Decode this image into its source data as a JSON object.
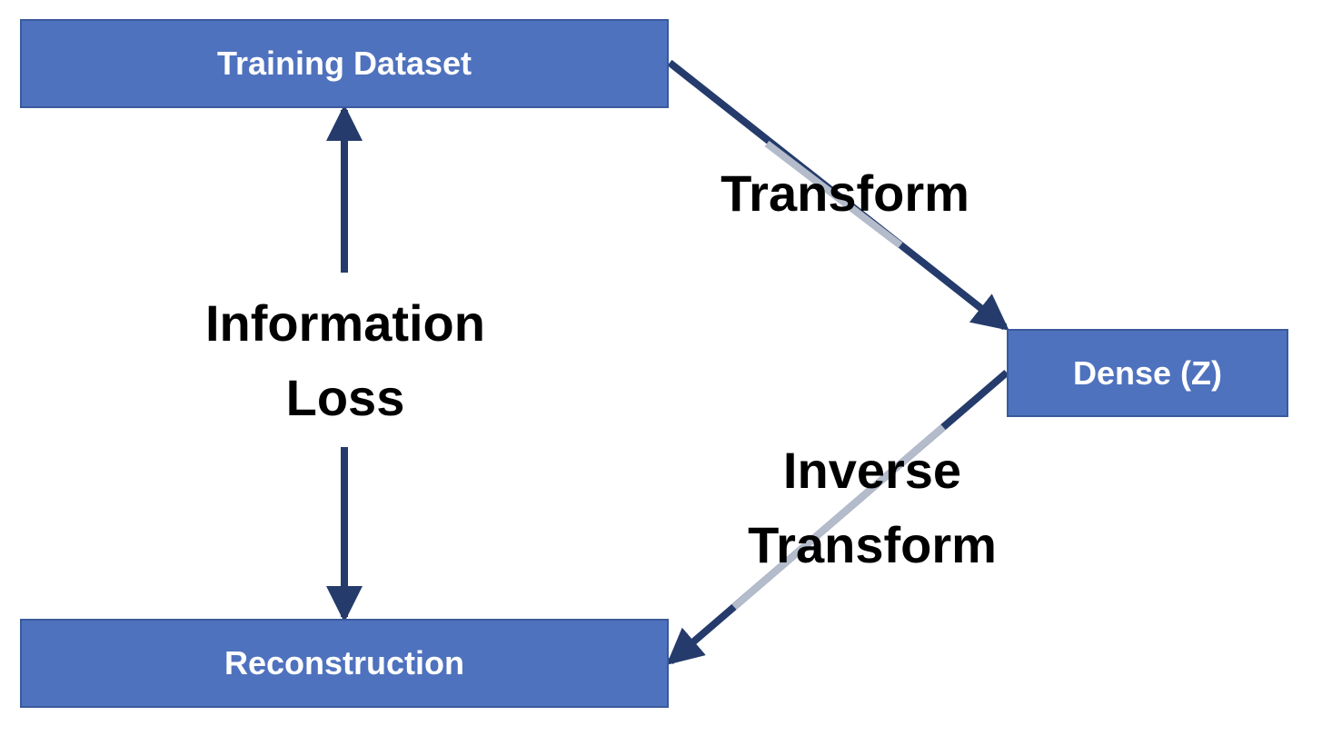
{
  "nodes": {
    "training_dataset": "Training Dataset",
    "dense": "Dense (Z)",
    "reconstruction": "Reconstruction"
  },
  "edges": {
    "transform": "Transform",
    "information_loss": [
      "Information",
      "Loss"
    ],
    "inverse_transform": [
      "Inverse",
      "Transform"
    ]
  },
  "colors": {
    "box_fill": "#4F72BE",
    "box_border": "#3A5A9C",
    "arrow": "#243B6B",
    "arrow_faded": "#B4BCCB"
  }
}
